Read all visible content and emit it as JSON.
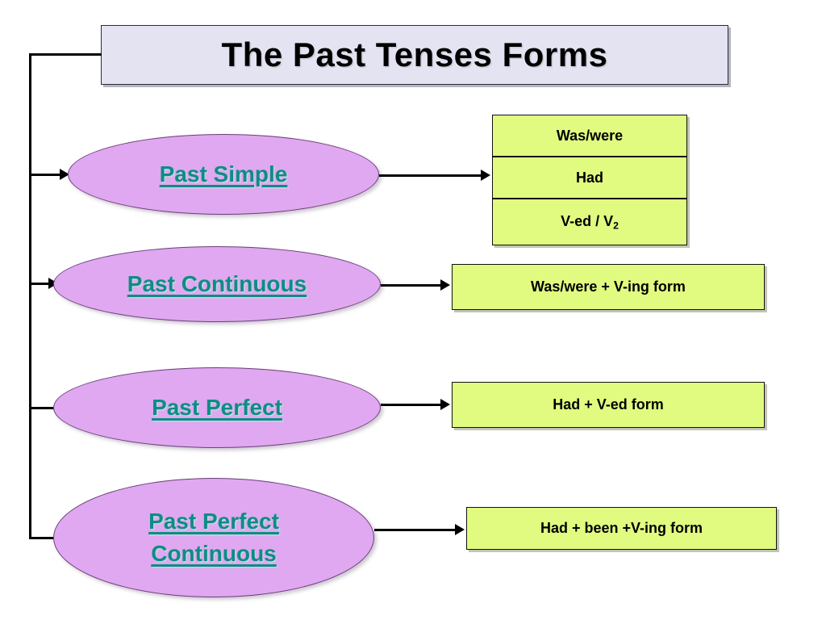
{
  "title": {
    "text": "The Past Tenses Forms"
  },
  "nodes": [
    {
      "label": "Past Simple"
    },
    {
      "label": "Past Continuous"
    },
    {
      "label": "Past Perfect"
    },
    {
      "label": "Past Perfect\nContinuous"
    }
  ],
  "forms": {
    "past_simple": [
      {
        "text": "Was/were"
      },
      {
        "text": "Had"
      },
      {
        "text": "V-ed / V",
        "sub": "2"
      }
    ],
    "past_continuous": {
      "text": "Was/were + V-ing form"
    },
    "past_perfect": {
      "text": "Had + V-ed form"
    },
    "past_perfect_continuous": {
      "text": "Had + been +V-ing form"
    }
  },
  "colors": {
    "title_fill": "#E3E3F2",
    "ellipse_fill": "#DFA8F0",
    "ellipse_text": "#0E8C86",
    "form_fill": "#E1FB80",
    "line": "#000000",
    "background": "#FFFFFF"
  }
}
